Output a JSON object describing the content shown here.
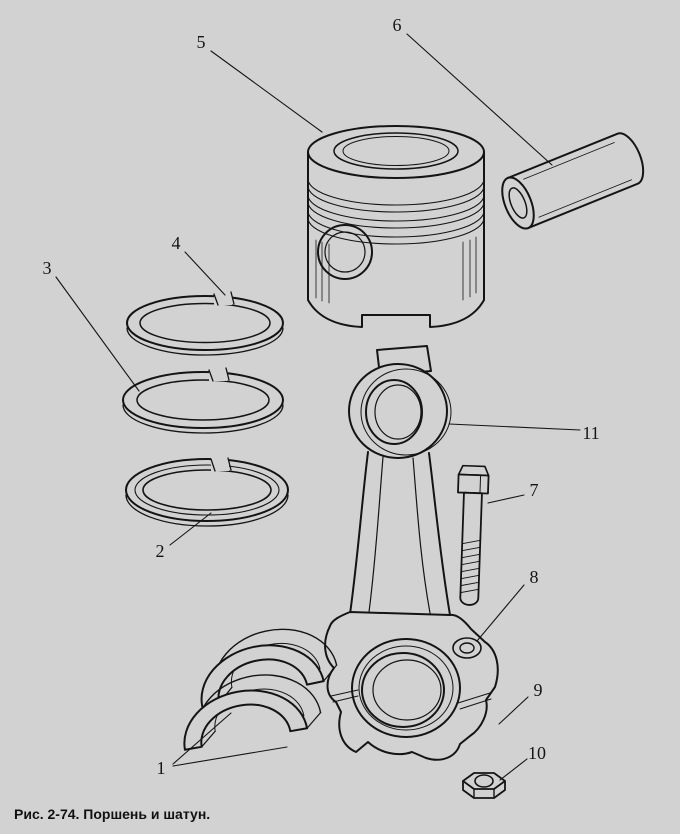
{
  "figure": {
    "caption": "Рис. 2-74. Поршень и шатун.",
    "background_color": "#d2d2d2",
    "line_color": "#141414"
  },
  "callouts": {
    "c1": "1",
    "c2": "2",
    "c3": "3",
    "c4": "4",
    "c5": "5",
    "c6": "6",
    "c7": "7",
    "c8": "8",
    "c9": "9",
    "c10": "10",
    "c11": "11"
  }
}
